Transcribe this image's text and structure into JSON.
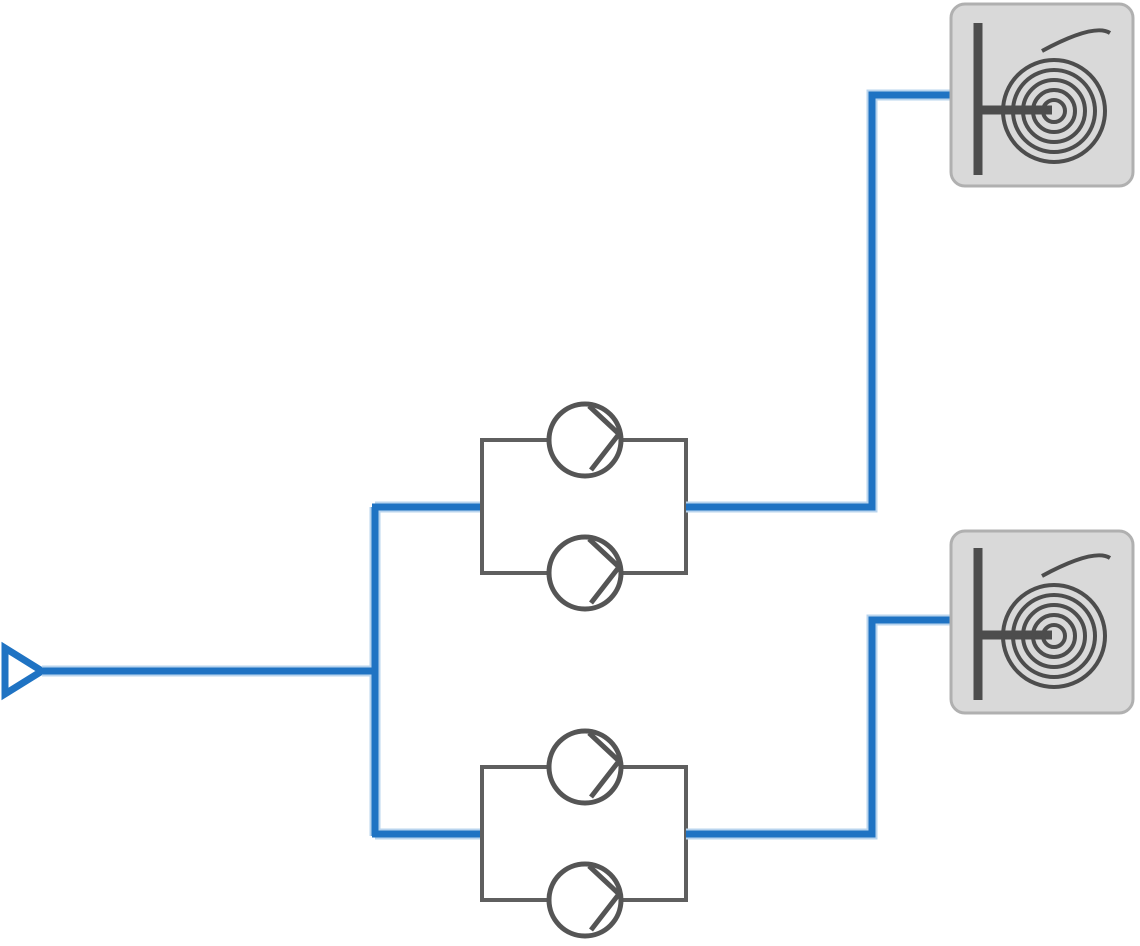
{
  "diagram": {
    "kind": "pump-station-schematic",
    "colors": {
      "pipe": "#1f73c3",
      "pipe_halo": "#b9d4ee",
      "frame": "#5f5f5f",
      "pump": "#555555",
      "reel_fill": "#d9d9d9",
      "reel_border": "#b0b0b0",
      "reel_line": "#4d4d4d"
    },
    "inlet": {
      "icon": "inlet-triangle-icon"
    },
    "pump_groups": [
      {
        "id": "upper",
        "pumps": [
          {
            "icon": "pump-icon"
          },
          {
            "icon": "pump-icon"
          }
        ]
      },
      {
        "id": "lower",
        "pumps": [
          {
            "icon": "pump-icon"
          },
          {
            "icon": "pump-icon"
          }
        ]
      }
    ],
    "outlets": [
      {
        "id": "upper",
        "icon": "hose-reel-icon"
      },
      {
        "id": "lower",
        "icon": "hose-reel-icon"
      }
    ]
  }
}
